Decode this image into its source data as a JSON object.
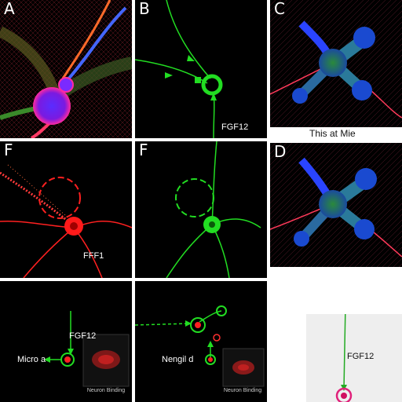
{
  "panels": {
    "a": {
      "label": "A"
    },
    "b": {
      "label": "B",
      "annotation": "FGF12"
    },
    "c": {
      "label": "C",
      "caption": "This at Mie"
    },
    "d": {
      "label": "D"
    },
    "e": {
      "label": "F",
      "annotation": "FFF1"
    },
    "f": {
      "label": "F"
    },
    "g": {
      "annotation": "FGF12",
      "side_label": "Micro a",
      "inset_caption": "Neuron Binding"
    },
    "h": {
      "side_label": "Nengil d",
      "inset_caption": "Neuron Binding"
    },
    "i": {
      "annotation": "FGF12"
    }
  },
  "colors": {
    "red": "#ff2020",
    "green": "#22dd22",
    "blue": "#3355ff",
    "magenta": "#ff22aa",
    "mesh": "#7a1a2a"
  }
}
